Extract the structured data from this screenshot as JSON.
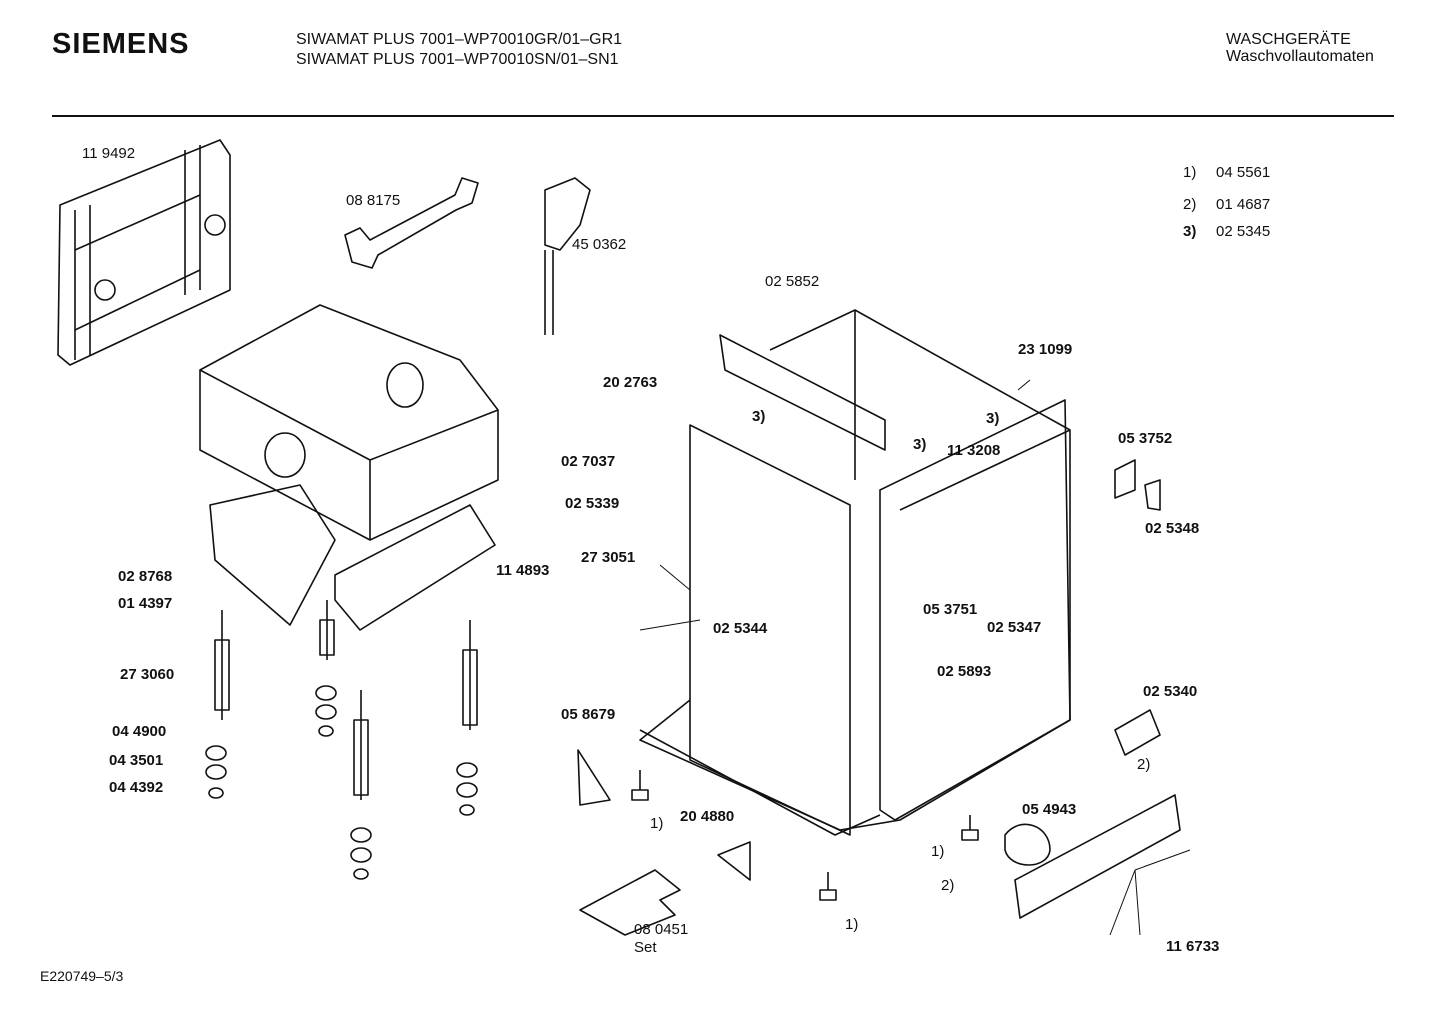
{
  "header": {
    "brand": "SIEMENS",
    "model_line_1": "SIWAMAT PLUS 7001–WP70010GR/01–GR1",
    "model_line_2": "SIWAMAT PLUS 7001–WP70010SN/01–SN1",
    "category_1": "WASCHGERÄTE",
    "category_2": "Waschvollautomaten"
  },
  "footnotes": [
    {
      "mark": "1)",
      "part": "04 5561"
    },
    {
      "mark": "2)",
      "part": "01 4687"
    },
    {
      "mark": "3)",
      "part": "02 5345"
    }
  ],
  "part_labels": {
    "p119492": "11 9492",
    "p088175": "08 8175",
    "p450362": "45 0362",
    "p025852": "02 5852",
    "p231099": "23 1099",
    "p202763": "20 2763",
    "p027037": "02 7037",
    "p025339": "02 5339",
    "p273051": "27 3051",
    "p114893": "11 4893",
    "p028768": "02 8768",
    "p014397": "01 4397",
    "p273060": "27 3060",
    "p044900": "04 4900",
    "p043501": "04 3501",
    "p044392": "04 4392",
    "p025344": "02 5344",
    "p058679": "05 8679",
    "p113208": "11 3208",
    "p053752": "05 3752",
    "p025348": "02 5348",
    "p053751": "05 3751",
    "p025347": "02 5347",
    "p025893": "02 5893",
    "p025340": "02 5340",
    "p054943": "05 4943",
    "p204880": "20 4880",
    "p080451": "08 0451",
    "set": "Set",
    "p116733": "11 6733"
  },
  "ref_marks": {
    "r3a": "3)",
    "r3b": "3)",
    "r3c": "3)",
    "r1a": "1)",
    "r1b": "1)",
    "r1c": "1)",
    "r2a": "2)",
    "r2b": "2)"
  },
  "footer": {
    "code": "E220749–5/3"
  }
}
